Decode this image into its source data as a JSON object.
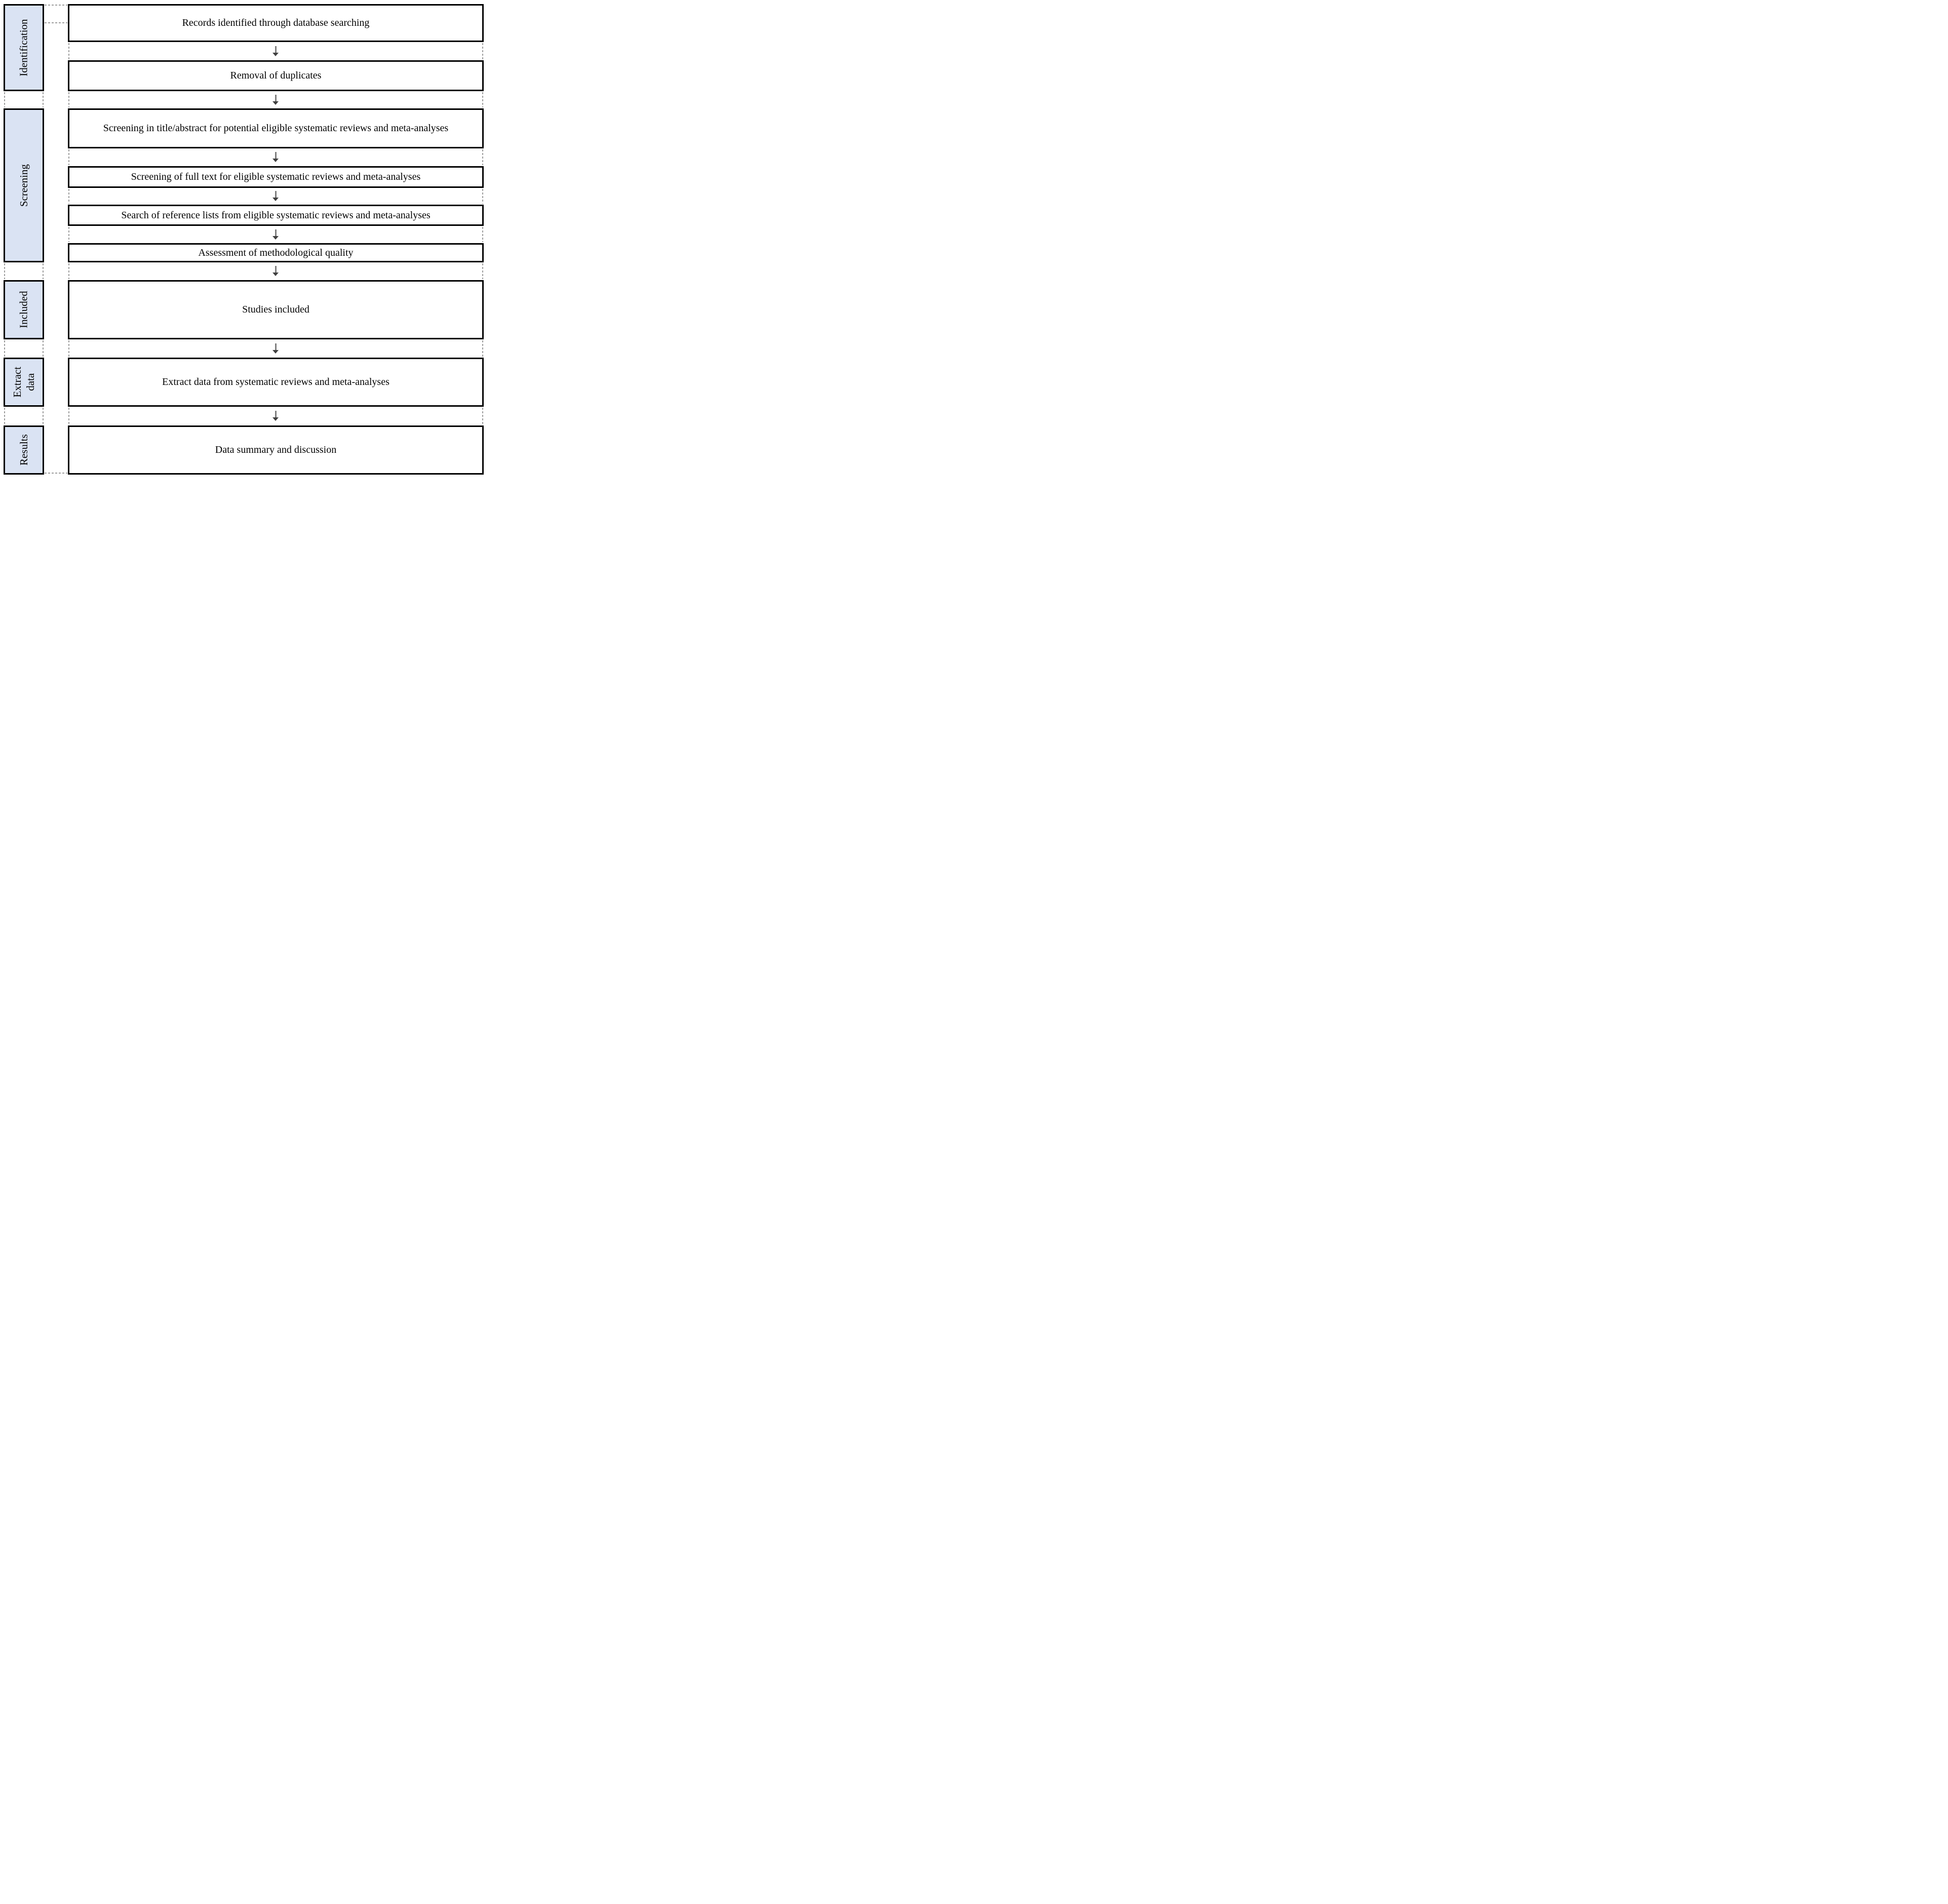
{
  "diagram": {
    "type": "flowchart",
    "stages": [
      {
        "label": "Identification"
      },
      {
        "label": "Screening"
      },
      {
        "label": "Included"
      },
      {
        "label": "Extract data"
      },
      {
        "label": "Results"
      }
    ],
    "steps": [
      {
        "label": "Records identified through database searching"
      },
      {
        "label": "Removal of duplicates"
      },
      {
        "label": "Screening in title/abstract for potential eligible systematic reviews and meta-analyses"
      },
      {
        "label": "Screening of full text for eligible systematic reviews and meta-analyses"
      },
      {
        "label": "Search of reference lists from eligible systematic reviews and meta-analyses"
      },
      {
        "label": "Assessment of methodological quality"
      },
      {
        "label": "Studies included"
      },
      {
        "label": "Extract data from systematic reviews and meta-analyses"
      },
      {
        "label": "Data summary and discussion"
      }
    ],
    "arrow": {
      "glyph": "↓",
      "direction": "down"
    },
    "colors": {
      "stage_fill": "#dae3f3",
      "box_border": "#000000",
      "text": "#000000",
      "dashed_connector": "#9e9e9e",
      "arrow_stem": "#808080",
      "arrow_head": "#404040",
      "background": "#ffffff"
    }
  }
}
